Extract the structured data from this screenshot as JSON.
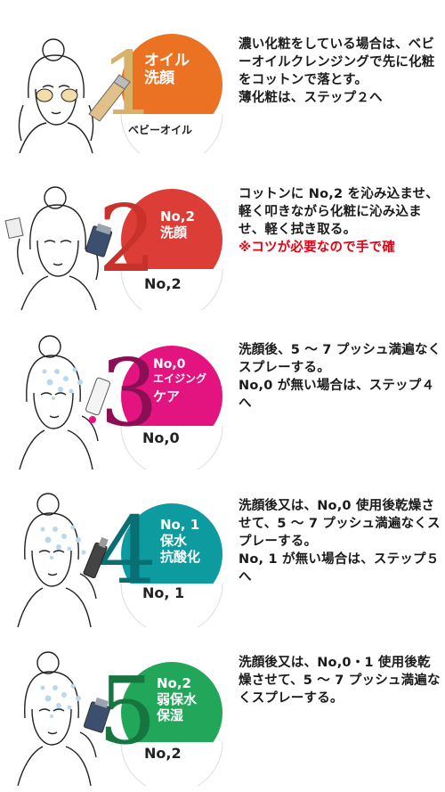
{
  "colors": {
    "step1": "#ec7223",
    "step2": "#dc3d36",
    "step3": "#e3147f",
    "step4": "#0e9ba0",
    "step5": "#22a65a",
    "warning": "#e60012",
    "step1_number": "#d9b26a"
  },
  "steps": [
    {
      "number": "1",
      "disc_title": [
        "オイル",
        "洗顔"
      ],
      "bottom_label": "ベビーオイル",
      "desc_paragraphs": [
        "濃い化粧をしている場合は、ベビーオイルクレンジングで先に化粧をコットンで落とす。",
        "薄化粧は、ステップ２へ"
      ]
    },
    {
      "number": "2",
      "disc_title": [
        "No,2",
        "洗顔"
      ],
      "bottom_label": "No,2",
      "desc_paragraphs": [
        "コットンに No,2 を沁み込ませ、軽く叩きながら化粧に沁み込ませ、軽く拭き取る。"
      ],
      "warning": "※コツが必要なので手で確"
    },
    {
      "number": "3",
      "disc_title": [
        "No,0",
        "エイジング",
        "ケア"
      ],
      "bottom_label": "No,0",
      "desc_paragraphs": [
        "洗顔後、5 〜 7 プッシュ満遍なくスプレーする。",
        "No,0 が無い場合は、ステップ４へ"
      ]
    },
    {
      "number": "4",
      "disc_title": [
        "No, 1",
        "保水",
        "抗酸化"
      ],
      "bottom_label": "No, 1",
      "desc_paragraphs": [
        "洗顔後又は、No,0 使用後乾燥させて、5 〜 7 プッシュ満遍なくスプレーする。",
        "No, 1 が無い場合は、ステップ５へ"
      ]
    },
    {
      "number": "5",
      "disc_title": [
        "No,2",
        "弱保水",
        "保湿"
      ],
      "bottom_label": "No,2",
      "desc_paragraphs": [
        "洗顔後又は、No,0・1 使用後乾燥させて、5 〜 7 プッシュ満遍なくスプレーする。"
      ]
    }
  ]
}
